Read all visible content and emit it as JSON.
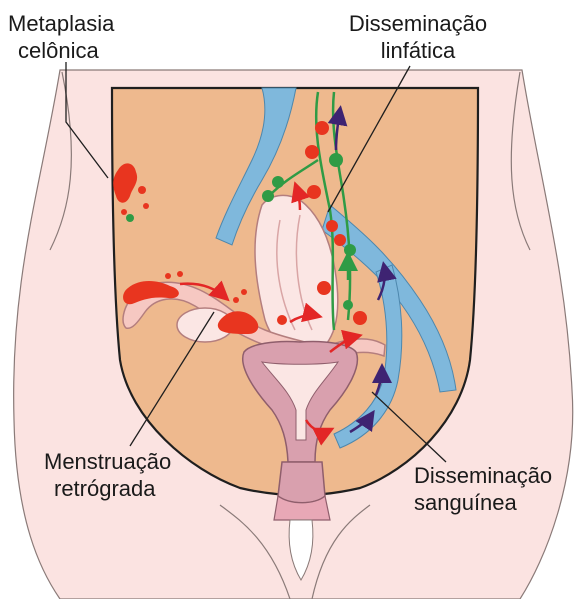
{
  "labels": {
    "coelomic": [
      "Metaplasia",
      "celônica"
    ],
    "lymphatic": [
      "Disseminação",
      "linfática"
    ],
    "retrograde": [
      "Menstruação",
      "retrógrada"
    ],
    "hematogenous": [
      "Disseminação",
      "sanguínea"
    ]
  },
  "colors": {
    "skin": "#fbe3e1",
    "cavity": "#eeb98e",
    "outline": "#1f1f1f",
    "uterus": "#d9a0ae",
    "vein": "#7fb8dc",
    "lymph": "#2f9b45",
    "lesion": "#e8351f",
    "arrow_red": "#e32626",
    "arrow_purple": "#3e2372"
  }
}
